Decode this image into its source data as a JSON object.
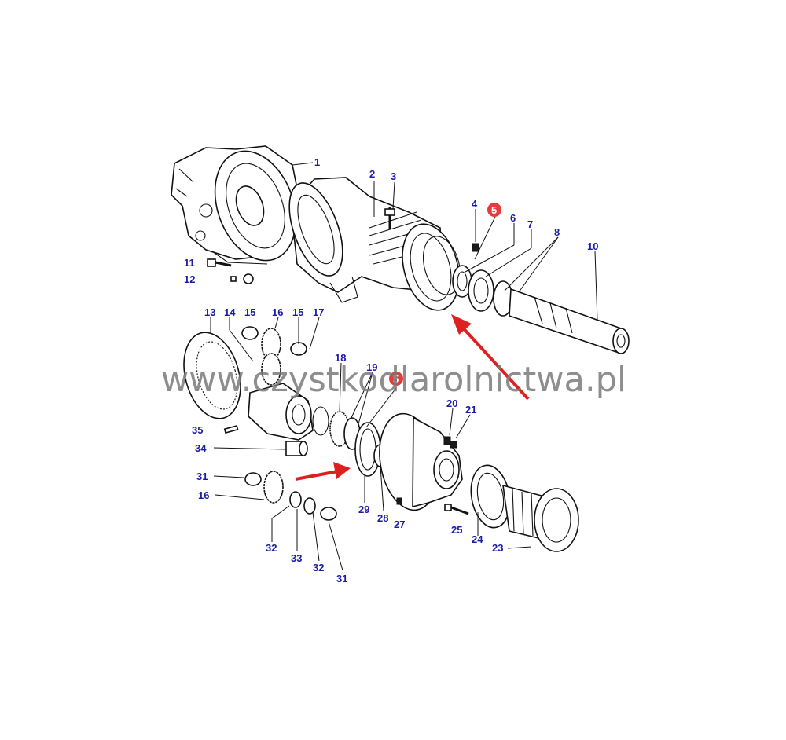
{
  "colors": {
    "callout": "#1a1aa8",
    "highlight": "#e23c3c",
    "arrow": "#e02020",
    "line": "#111111",
    "watermark": "#7a7a7a"
  },
  "watermark": "www.czystkodlarolnictwa.pl",
  "callouts": [
    {
      "id": "c1",
      "label": "1"
    },
    {
      "id": "c2",
      "label": "2"
    },
    {
      "id": "c3",
      "label": "3"
    },
    {
      "id": "c4",
      "label": "4"
    },
    {
      "id": "c5a",
      "label": "5",
      "highlight": true
    },
    {
      "id": "c6",
      "label": "6"
    },
    {
      "id": "c7",
      "label": "7"
    },
    {
      "id": "c8",
      "label": "8"
    },
    {
      "id": "c10",
      "label": "10"
    },
    {
      "id": "c11",
      "label": "11"
    },
    {
      "id": "c12",
      "label": "12"
    },
    {
      "id": "c13",
      "label": "13"
    },
    {
      "id": "c14",
      "label": "14"
    },
    {
      "id": "c15a",
      "label": "15"
    },
    {
      "id": "c16a",
      "label": "16"
    },
    {
      "id": "c15b",
      "label": "15"
    },
    {
      "id": "c17",
      "label": "17"
    },
    {
      "id": "c18",
      "label": "18"
    },
    {
      "id": "c19",
      "label": "19"
    },
    {
      "id": "c5b",
      "label": "5",
      "highlight": true
    },
    {
      "id": "c20",
      "label": "20"
    },
    {
      "id": "c21",
      "label": "21"
    },
    {
      "id": "c35",
      "label": "35"
    },
    {
      "id": "c34",
      "label": "34"
    },
    {
      "id": "c31a",
      "label": "31"
    },
    {
      "id": "c16b",
      "label": "16"
    },
    {
      "id": "c29",
      "label": "29"
    },
    {
      "id": "c28",
      "label": "28"
    },
    {
      "id": "c27",
      "label": "27"
    },
    {
      "id": "c25",
      "label": "25"
    },
    {
      "id": "c24",
      "label": "24"
    },
    {
      "id": "c23",
      "label": "23"
    },
    {
      "id": "c32a",
      "label": "32"
    },
    {
      "id": "c33",
      "label": "33"
    },
    {
      "id": "c32b",
      "label": "32"
    },
    {
      "id": "c31b",
      "label": "31"
    }
  ]
}
